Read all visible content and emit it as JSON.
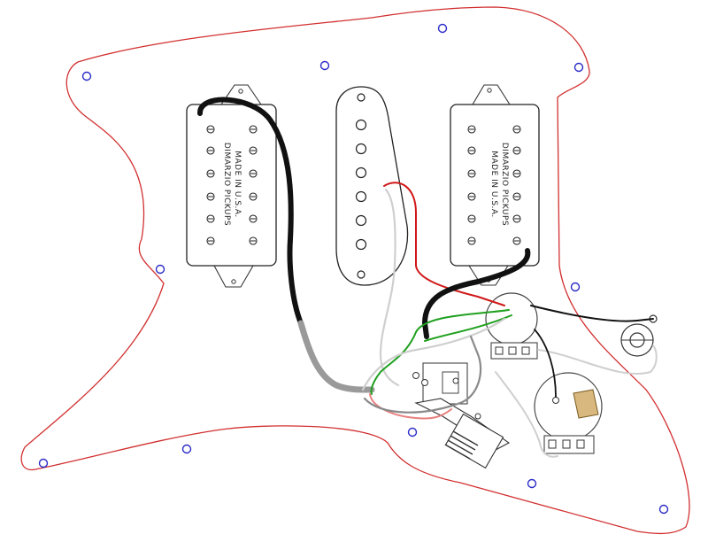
{
  "pickups": {
    "neck": {
      "brand_line": "DIMARZIO PICKUPS",
      "origin_line": "MADE IN U.S.A."
    },
    "bridge": {
      "brand_line": "DIMARZIO PICKUPS",
      "origin_line": "MADE IN U.S.A."
    }
  },
  "colors": {
    "pickguard_outline": "#d23030",
    "screw_hole": "#2b2bc8",
    "wire_black": "#111111",
    "wire_red": "#d01818",
    "wire_green": "#1fa01f",
    "wire_white": "#c8c8c8",
    "wire_gray": "#8a8a8a",
    "solder_lug": "#d9b880"
  }
}
